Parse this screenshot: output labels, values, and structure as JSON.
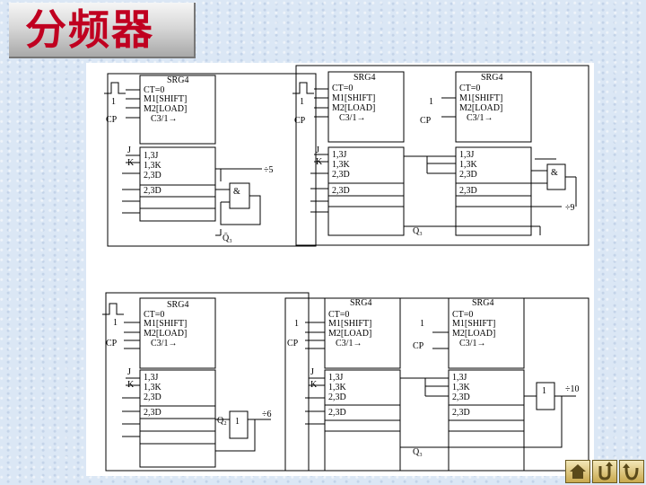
{
  "slide": {
    "title": "分频器"
  },
  "labels": {
    "srg4": "SRG4",
    "ct0": "CT=0",
    "m1": "M1[SHIFT]",
    "m2": "M2[LOAD]",
    "c3": "C3/1→",
    "one": "1",
    "cp": "CP",
    "j": "J",
    "k": "K",
    "j13": "1,3J",
    "k13": "1,3K",
    "d23": "2,3D",
    "and_sym": "&",
    "not_sym": "1",
    "q3": "Q̄₃",
    "q2": "Q₂"
  },
  "outputs": {
    "div5": "÷5",
    "div9": "÷9",
    "div6": "÷6",
    "div10": "÷10"
  },
  "nav": [
    "home-icon",
    "return-icon",
    "undo-icon"
  ]
}
